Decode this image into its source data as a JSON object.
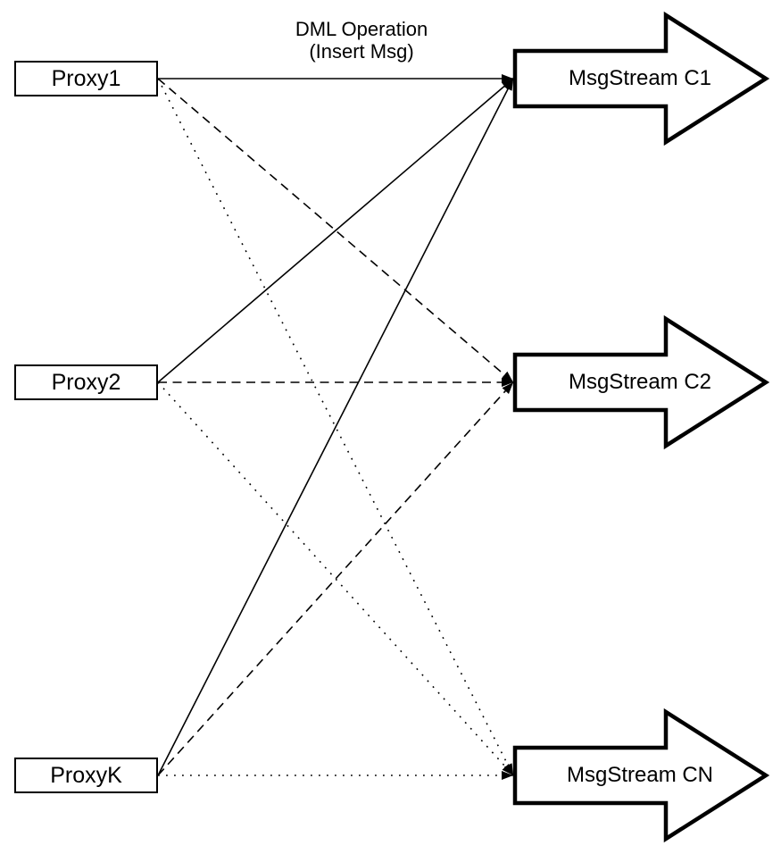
{
  "diagram": {
    "title": {
      "line1": "DML Operation",
      "line2": "(Insert Msg)"
    },
    "colors": {
      "background": "#ffffff",
      "line": "#000000",
      "shape_fill": "#ffffff",
      "shape_stroke": "#000000",
      "text": "#000000"
    },
    "proxies": [
      {
        "id": "proxy1",
        "label": "Proxy1"
      },
      {
        "id": "proxy2",
        "label": "Proxy2"
      },
      {
        "id": "proxyk",
        "label": "ProxyK"
      }
    ],
    "streams": [
      {
        "id": "c1",
        "label": "MsgStream C1"
      },
      {
        "id": "c2",
        "label": "MsgStream C2"
      },
      {
        "id": "cn",
        "label": "MsgStream CN"
      }
    ],
    "edges": [
      {
        "from": "proxy1",
        "to": "c1",
        "style": "solid"
      },
      {
        "from": "proxy1",
        "to": "c2",
        "style": "dashed"
      },
      {
        "from": "proxy1",
        "to": "cn",
        "style": "dotted"
      },
      {
        "from": "proxy2",
        "to": "c1",
        "style": "solid"
      },
      {
        "from": "proxy2",
        "to": "c2",
        "style": "dashed"
      },
      {
        "from": "proxy2",
        "to": "cn",
        "style": "dotted"
      },
      {
        "from": "proxyk",
        "to": "c1",
        "style": "solid"
      },
      {
        "from": "proxyk",
        "to": "c2",
        "style": "dashed"
      },
      {
        "from": "proxyk",
        "to": "cn",
        "style": "dotted"
      }
    ]
  }
}
